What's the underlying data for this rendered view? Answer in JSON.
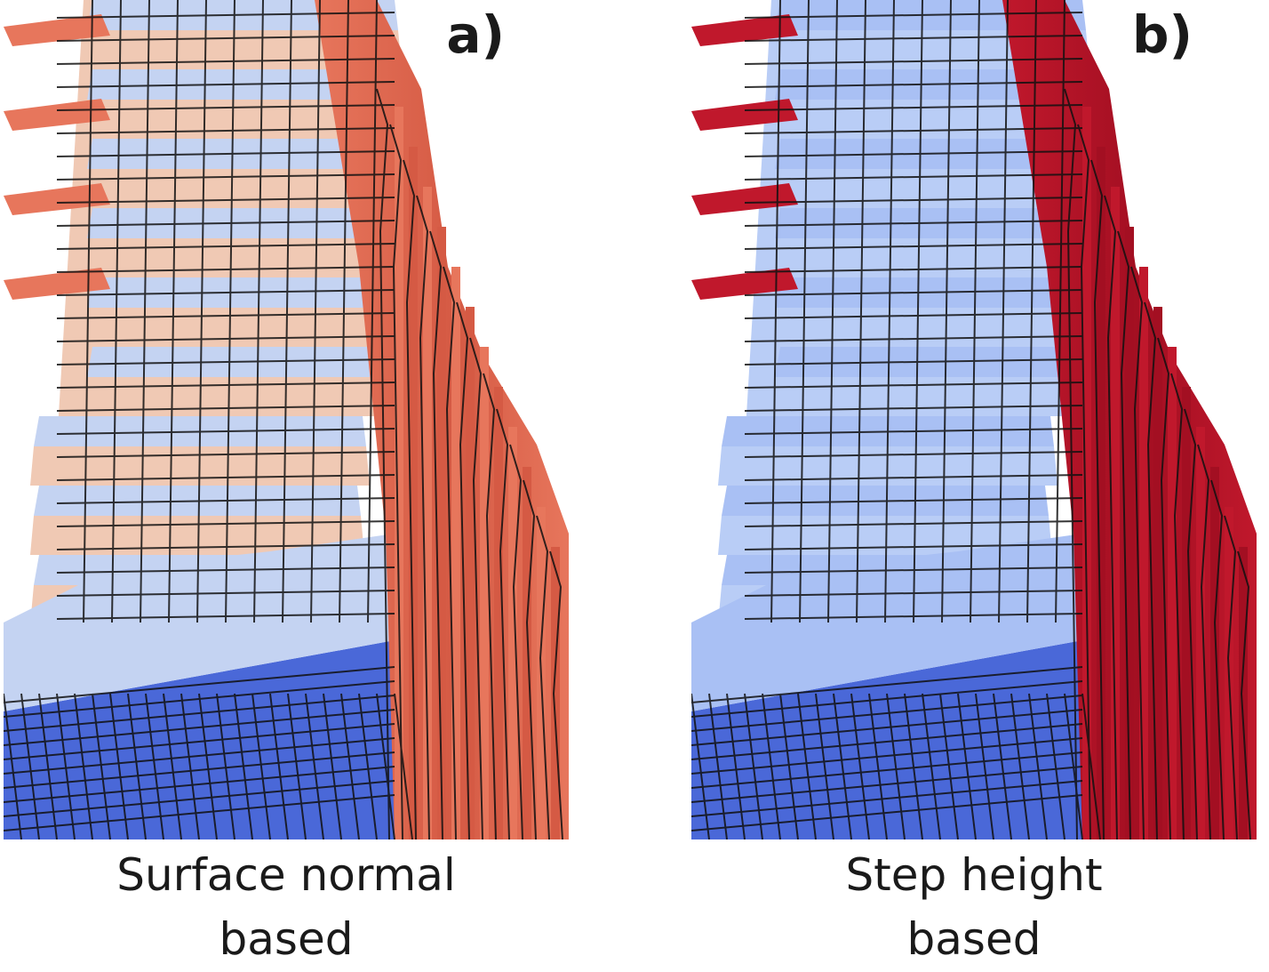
{
  "panels": [
    {
      "id": "a",
      "letter": "a)",
      "caption_line1": "Surface normal",
      "caption_line2": "based",
      "palette": {
        "flat": "#4a68d8",
        "tread": "#c4d3f2",
        "riser": "#f0c9b4",
        "wall": "#e7765c",
        "wall_dark": "#d55a44"
      }
    },
    {
      "id": "b",
      "letter": "b)",
      "caption_line1": "Step height",
      "caption_line2": "based",
      "palette": {
        "flat": "#4a68d8",
        "tread": "#a9c0f4",
        "riser": "#b9cdf6",
        "wall": "#c0182c",
        "wall_dark": "#a30f22"
      }
    }
  ]
}
